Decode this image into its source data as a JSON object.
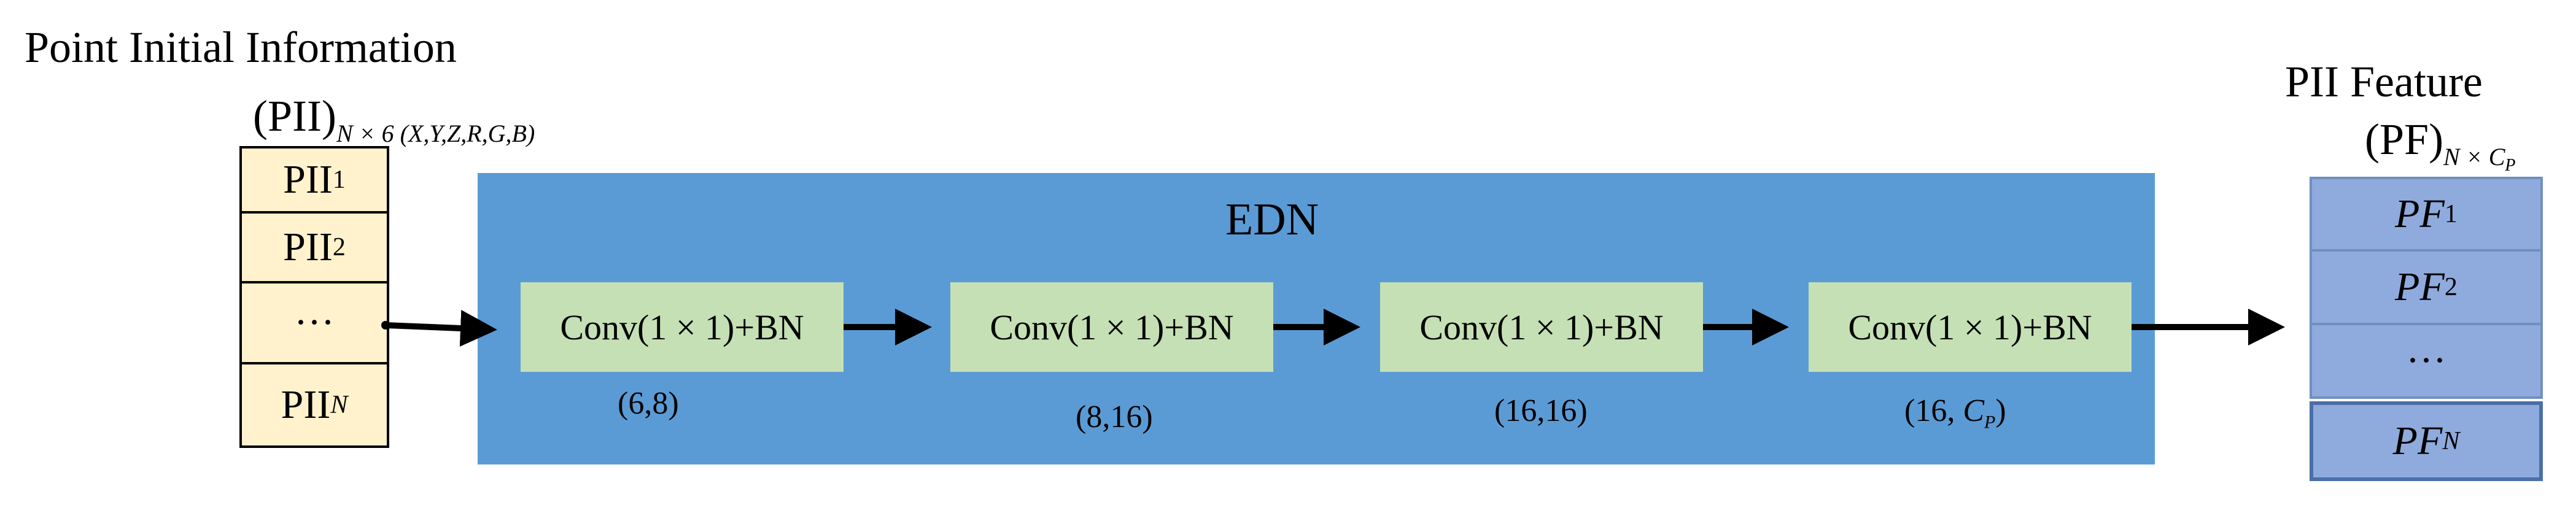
{
  "pii": {
    "title": "Point Initial Information",
    "label": "(PII)",
    "dims": "N × 6 (X,Y,Z,R,G,B)",
    "cells": [
      {
        "base": "PII",
        "sub": "1"
      },
      {
        "base": "PII",
        "sub": "2"
      },
      {
        "base": "···",
        "sub": ""
      },
      {
        "base": "PII",
        "sub": "N"
      }
    ]
  },
  "edn": {
    "label": "EDN",
    "blocks": [
      {
        "label": "Conv(1 × 1)+BN",
        "size": "(6,8)"
      },
      {
        "label": "Conv(1 × 1)+BN",
        "size": "(8,16)"
      },
      {
        "label": "Conv(1 × 1)+BN",
        "size": "(16,16)"
      },
      {
        "label": "Conv(1 × 1)+BN",
        "size_prefix": "(16, ",
        "size_var": "C",
        "size_var_sub": "P",
        "size_suffix": ")"
      }
    ]
  },
  "pf": {
    "title": "PII Feature",
    "label": "(PF)",
    "dims": "N × C",
    "dims_sub": "P",
    "cells": [
      {
        "base": "PF",
        "sub": "1"
      },
      {
        "base": "PF",
        "sub": "2"
      },
      {
        "base": "···",
        "sub": ""
      },
      {
        "base": "PF",
        "sub": "N"
      }
    ]
  },
  "colors": {
    "edn_panel": "#5b9bd5",
    "conv_block": "#c5e0b4",
    "pii_cell": "#fff2cc",
    "pf_cell": "#8faadc",
    "arrow": "#000000"
  }
}
